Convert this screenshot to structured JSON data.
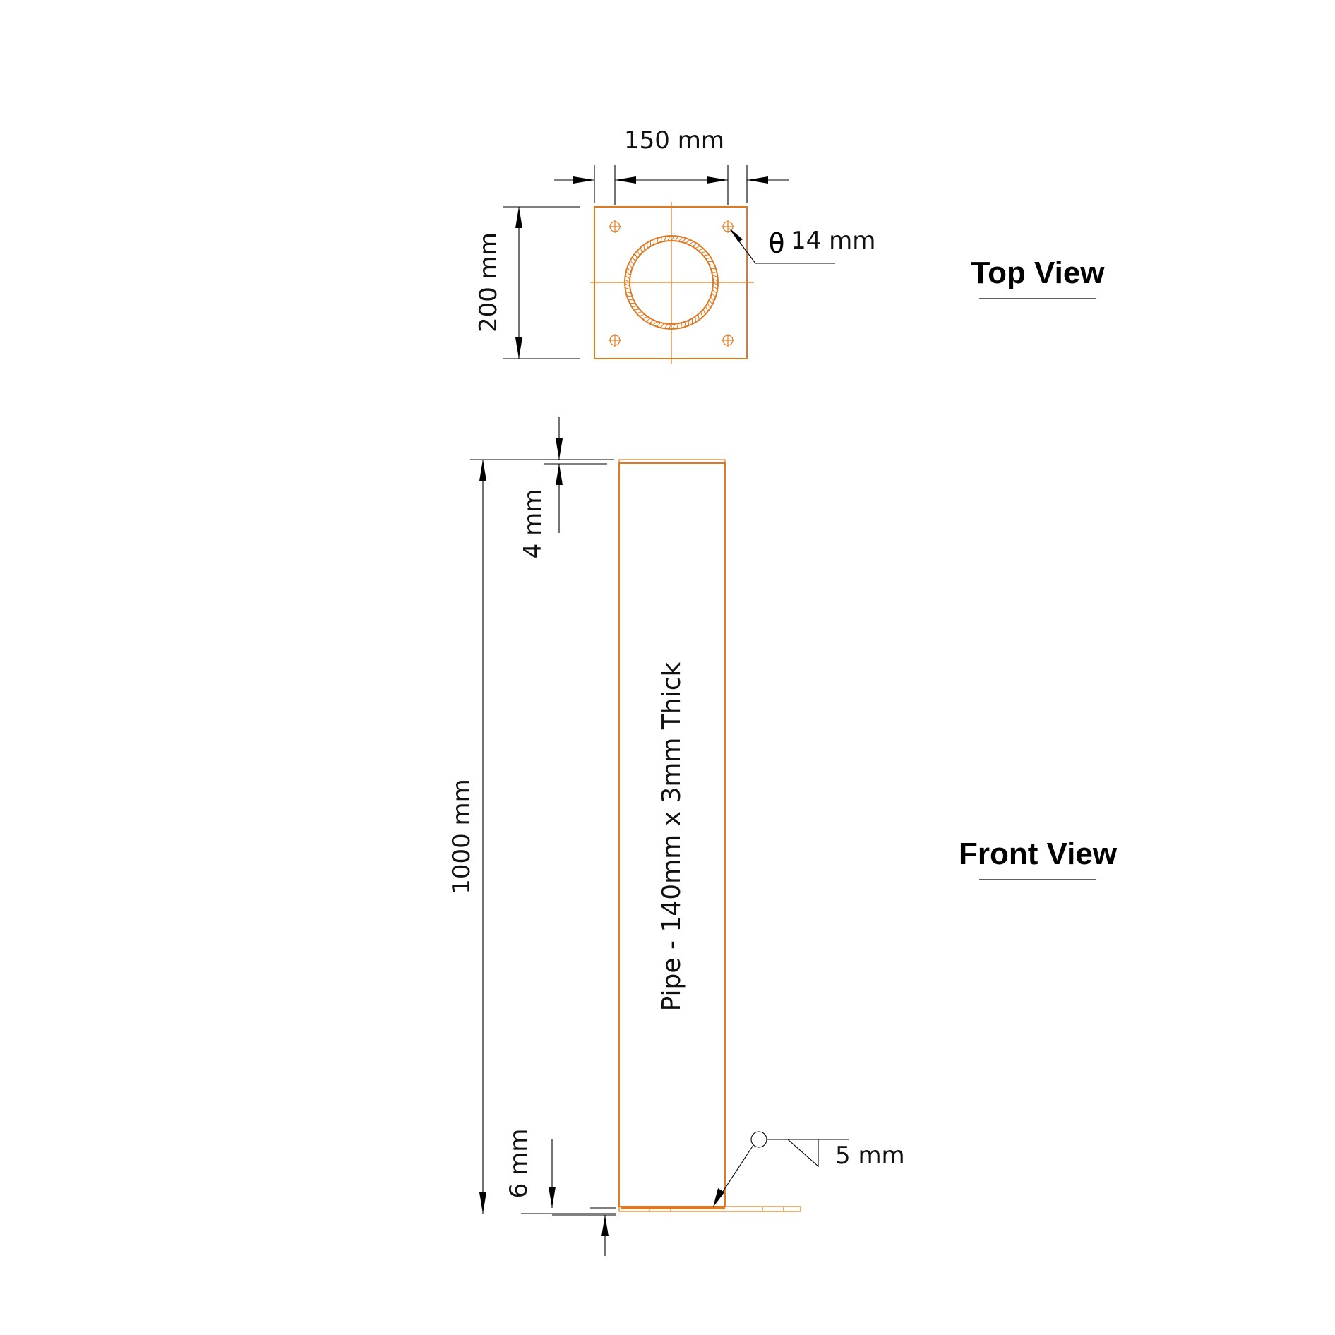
{
  "colors": {
    "accent": "#e07a22",
    "dimension_lines": "#000000",
    "background": "#ffffff"
  },
  "top_view": {
    "title": "Top View",
    "width_label": "150 mm",
    "height_label": "200 mm",
    "hole_symbol": "θ",
    "hole_label": "14 mm"
  },
  "front_view": {
    "title": "Front View",
    "height_label": "1000 mm",
    "top_plate_label": "4 mm",
    "base_plate_label": "6 mm",
    "weld_label": "5 mm",
    "pipe_label": "Pipe - 140mm  x 3mm Thick"
  }
}
